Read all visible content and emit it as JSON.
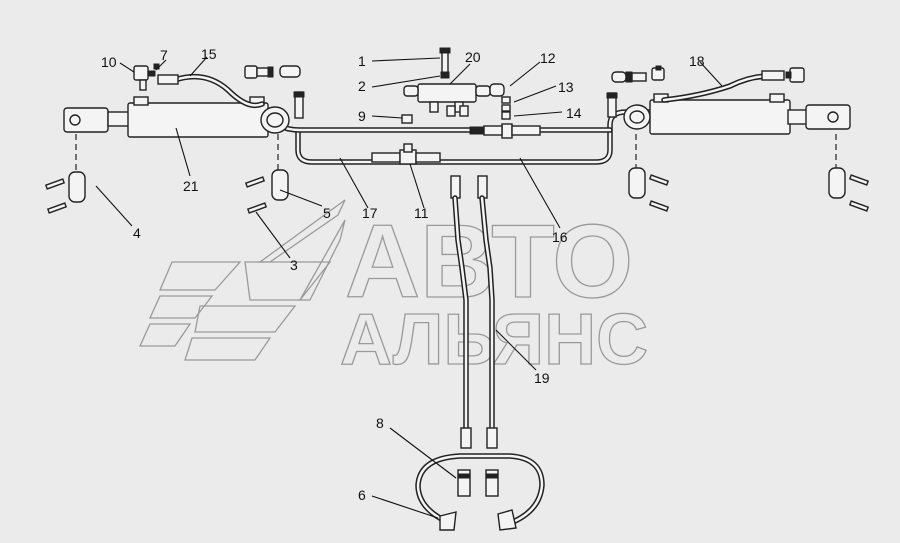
{
  "watermark": {
    "line1": "АВТО",
    "line2": "АЛЬЯНС"
  },
  "callouts": [
    {
      "id": "c1",
      "text": "1"
    },
    {
      "id": "c2",
      "text": "2"
    },
    {
      "id": "c3",
      "text": "3"
    },
    {
      "id": "c4",
      "text": "4"
    },
    {
      "id": "c5",
      "text": "5"
    },
    {
      "id": "c6",
      "text": "6"
    },
    {
      "id": "c7",
      "text": "7"
    },
    {
      "id": "c8",
      "text": "8"
    },
    {
      "id": "c9",
      "text": "9"
    },
    {
      "id": "c10",
      "text": "10"
    },
    {
      "id": "c11",
      "text": "11"
    },
    {
      "id": "c12",
      "text": "12"
    },
    {
      "id": "c13",
      "text": "13"
    },
    {
      "id": "c14",
      "text": "14"
    },
    {
      "id": "c15",
      "text": "15"
    },
    {
      "id": "c16",
      "text": "16"
    },
    {
      "id": "c17",
      "text": "17"
    },
    {
      "id": "c18",
      "text": "18"
    },
    {
      "id": "c19",
      "text": "19"
    },
    {
      "id": "c20",
      "text": "20"
    },
    {
      "id": "c21",
      "text": "21"
    }
  ],
  "colors": {
    "background": "#ebebeb",
    "line": "#222222",
    "watermark": "#9a9a9a"
  }
}
